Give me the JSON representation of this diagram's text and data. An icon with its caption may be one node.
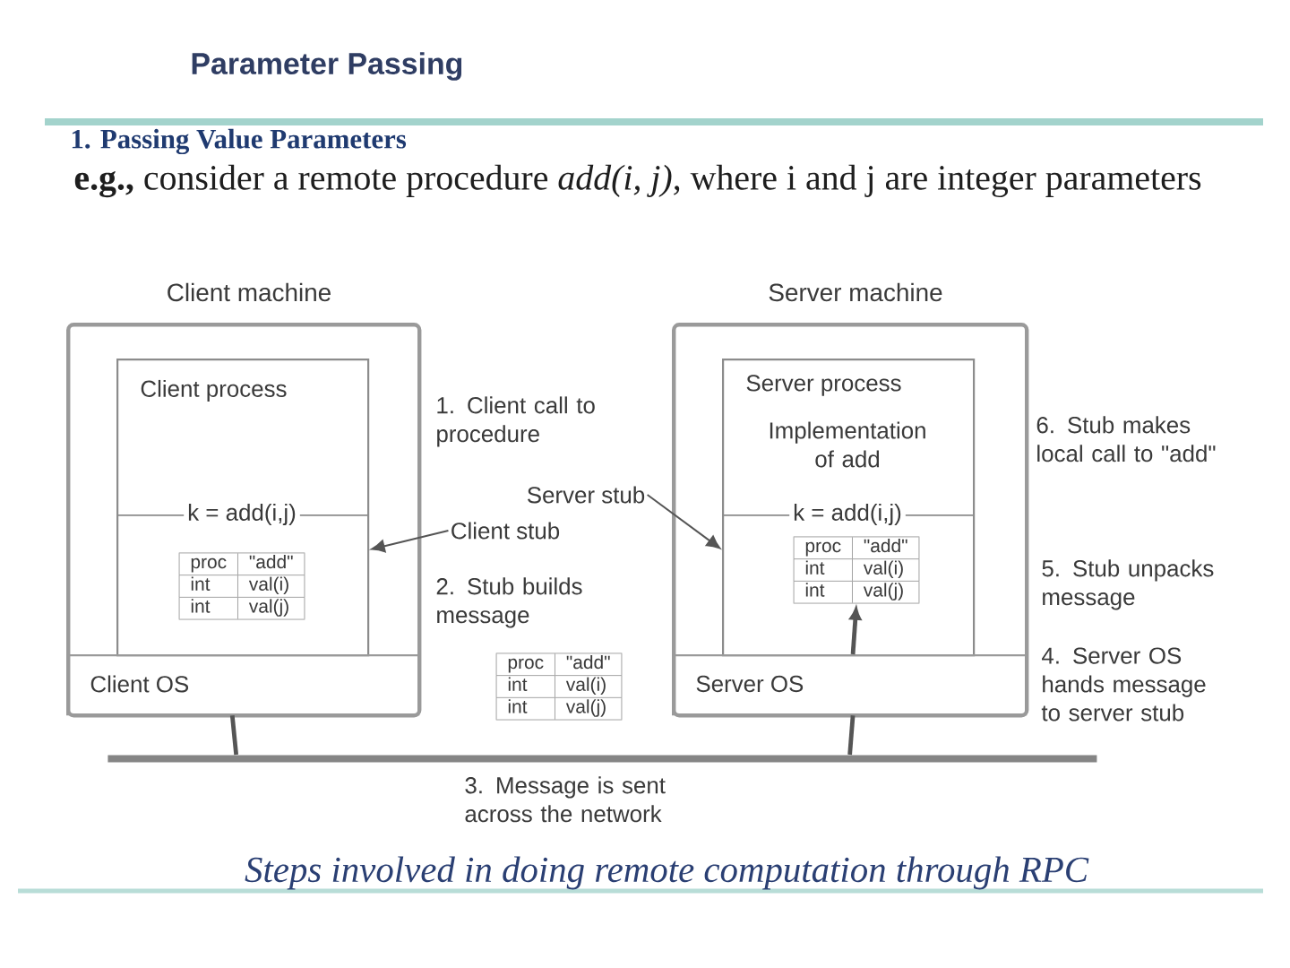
{
  "diagram": {
    "title": "Parameter Passing",
    "caption": "Steps involved in doing remote computation through RPC",
    "nodes": [
      {
        "text": [
          "Client machine"
        ]
      },
      {
        "text": [
          "Client process"
        ],
        "in": 0
      },
      {
        "text": [
          "k = add(i,j)"
        ],
        "in": 1
      },
      {
        "text": [
          "proc",
          "\"add\"",
          "int",
          "val(i)",
          "int",
          "val(j)"
        ],
        "in": 2
      },
      {
        "text": [
          "Client OS"
        ],
        "in": 0
      },
      {
        "text": [
          "Server machine"
        ]
      },
      {
        "text": [
          "Server process",
          "Implementation of add"
        ],
        "in": 5
      },
      {
        "text": [
          "k = add(i,j)"
        ],
        "in": 6
      },
      {
        "text": [
          "proc",
          "\"add\"",
          "int",
          "val(i)",
          "int",
          "val(j)"
        ],
        "in": 7
      },
      {
        "text": [
          "Server OS"
        ],
        "in": 5
      },
      {
        "text": [
          "proc",
          "\"add\"",
          "int",
          "val(i)",
          "int",
          "val(j)"
        ]
      },
      {
        "text": [],
        "shape": "bar"
      },
      {
        "text": [
          "Client stub"
        ]
      },
      {
        "text": [
          "Server stub"
        ]
      }
    ],
    "edges": [
      {
        "from": 12,
        "to": 2,
        "arrow": "to"
      },
      {
        "from": 13,
        "to": 7,
        "arrow": "to"
      },
      {
        "from": 4,
        "to": 11,
        "arrow": "none"
      },
      {
        "from": 11,
        "to": 9,
        "arrow": "none"
      },
      {
        "from": 9,
        "to": 8,
        "arrow": "to"
      }
    ],
    "labels": [
      "1. Passing Value Parameters",
      "**e.g.,** consider a remote procedure *add(i, j)*, where i and j are integer parameters",
      "1. Client call to procedure",
      "6. Stub makes local call to \"add\"",
      "2. Stub builds message",
      "5. Stub unpacks message",
      "4. Server OS hands message to server stub",
      "3. Message is sent across the network"
    ]
  }
}
